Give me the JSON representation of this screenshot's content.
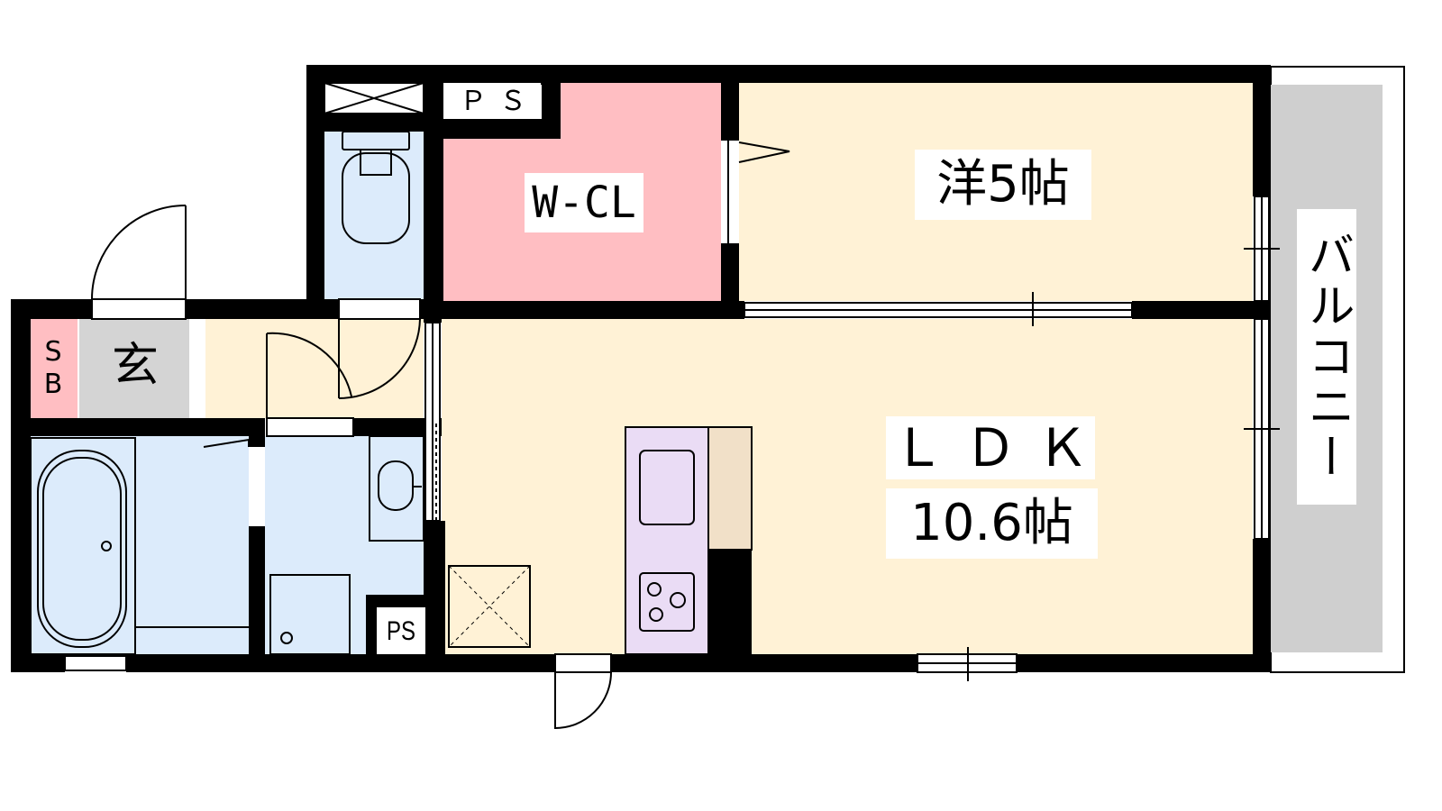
{
  "floor_plan": {
    "rooms": {
      "western_room": "洋5帖",
      "walk_in_closet": "W-CL",
      "ldk": "ＬＤＫ",
      "ldk_size": "10.6帖",
      "balcony": "バルコニー",
      "entrance": "玄",
      "shoe_box": [
        "S",
        "B"
      ],
      "pipe_space_top": "ＰＳ",
      "pipe_space_bottom": "PS"
    },
    "colors": {
      "wall": "#000000",
      "living_floor": "#fff2d6",
      "closet": "#ffbec2",
      "wet_area": "#dcebfb",
      "entrance_floor": "#d4d4d4",
      "shoe_box": "#ffbec2",
      "kitchen_counter": "#eadcf5",
      "kitchen_shelf": "#f1e0c8",
      "balcony_floor": "#cfcfcf"
    }
  }
}
